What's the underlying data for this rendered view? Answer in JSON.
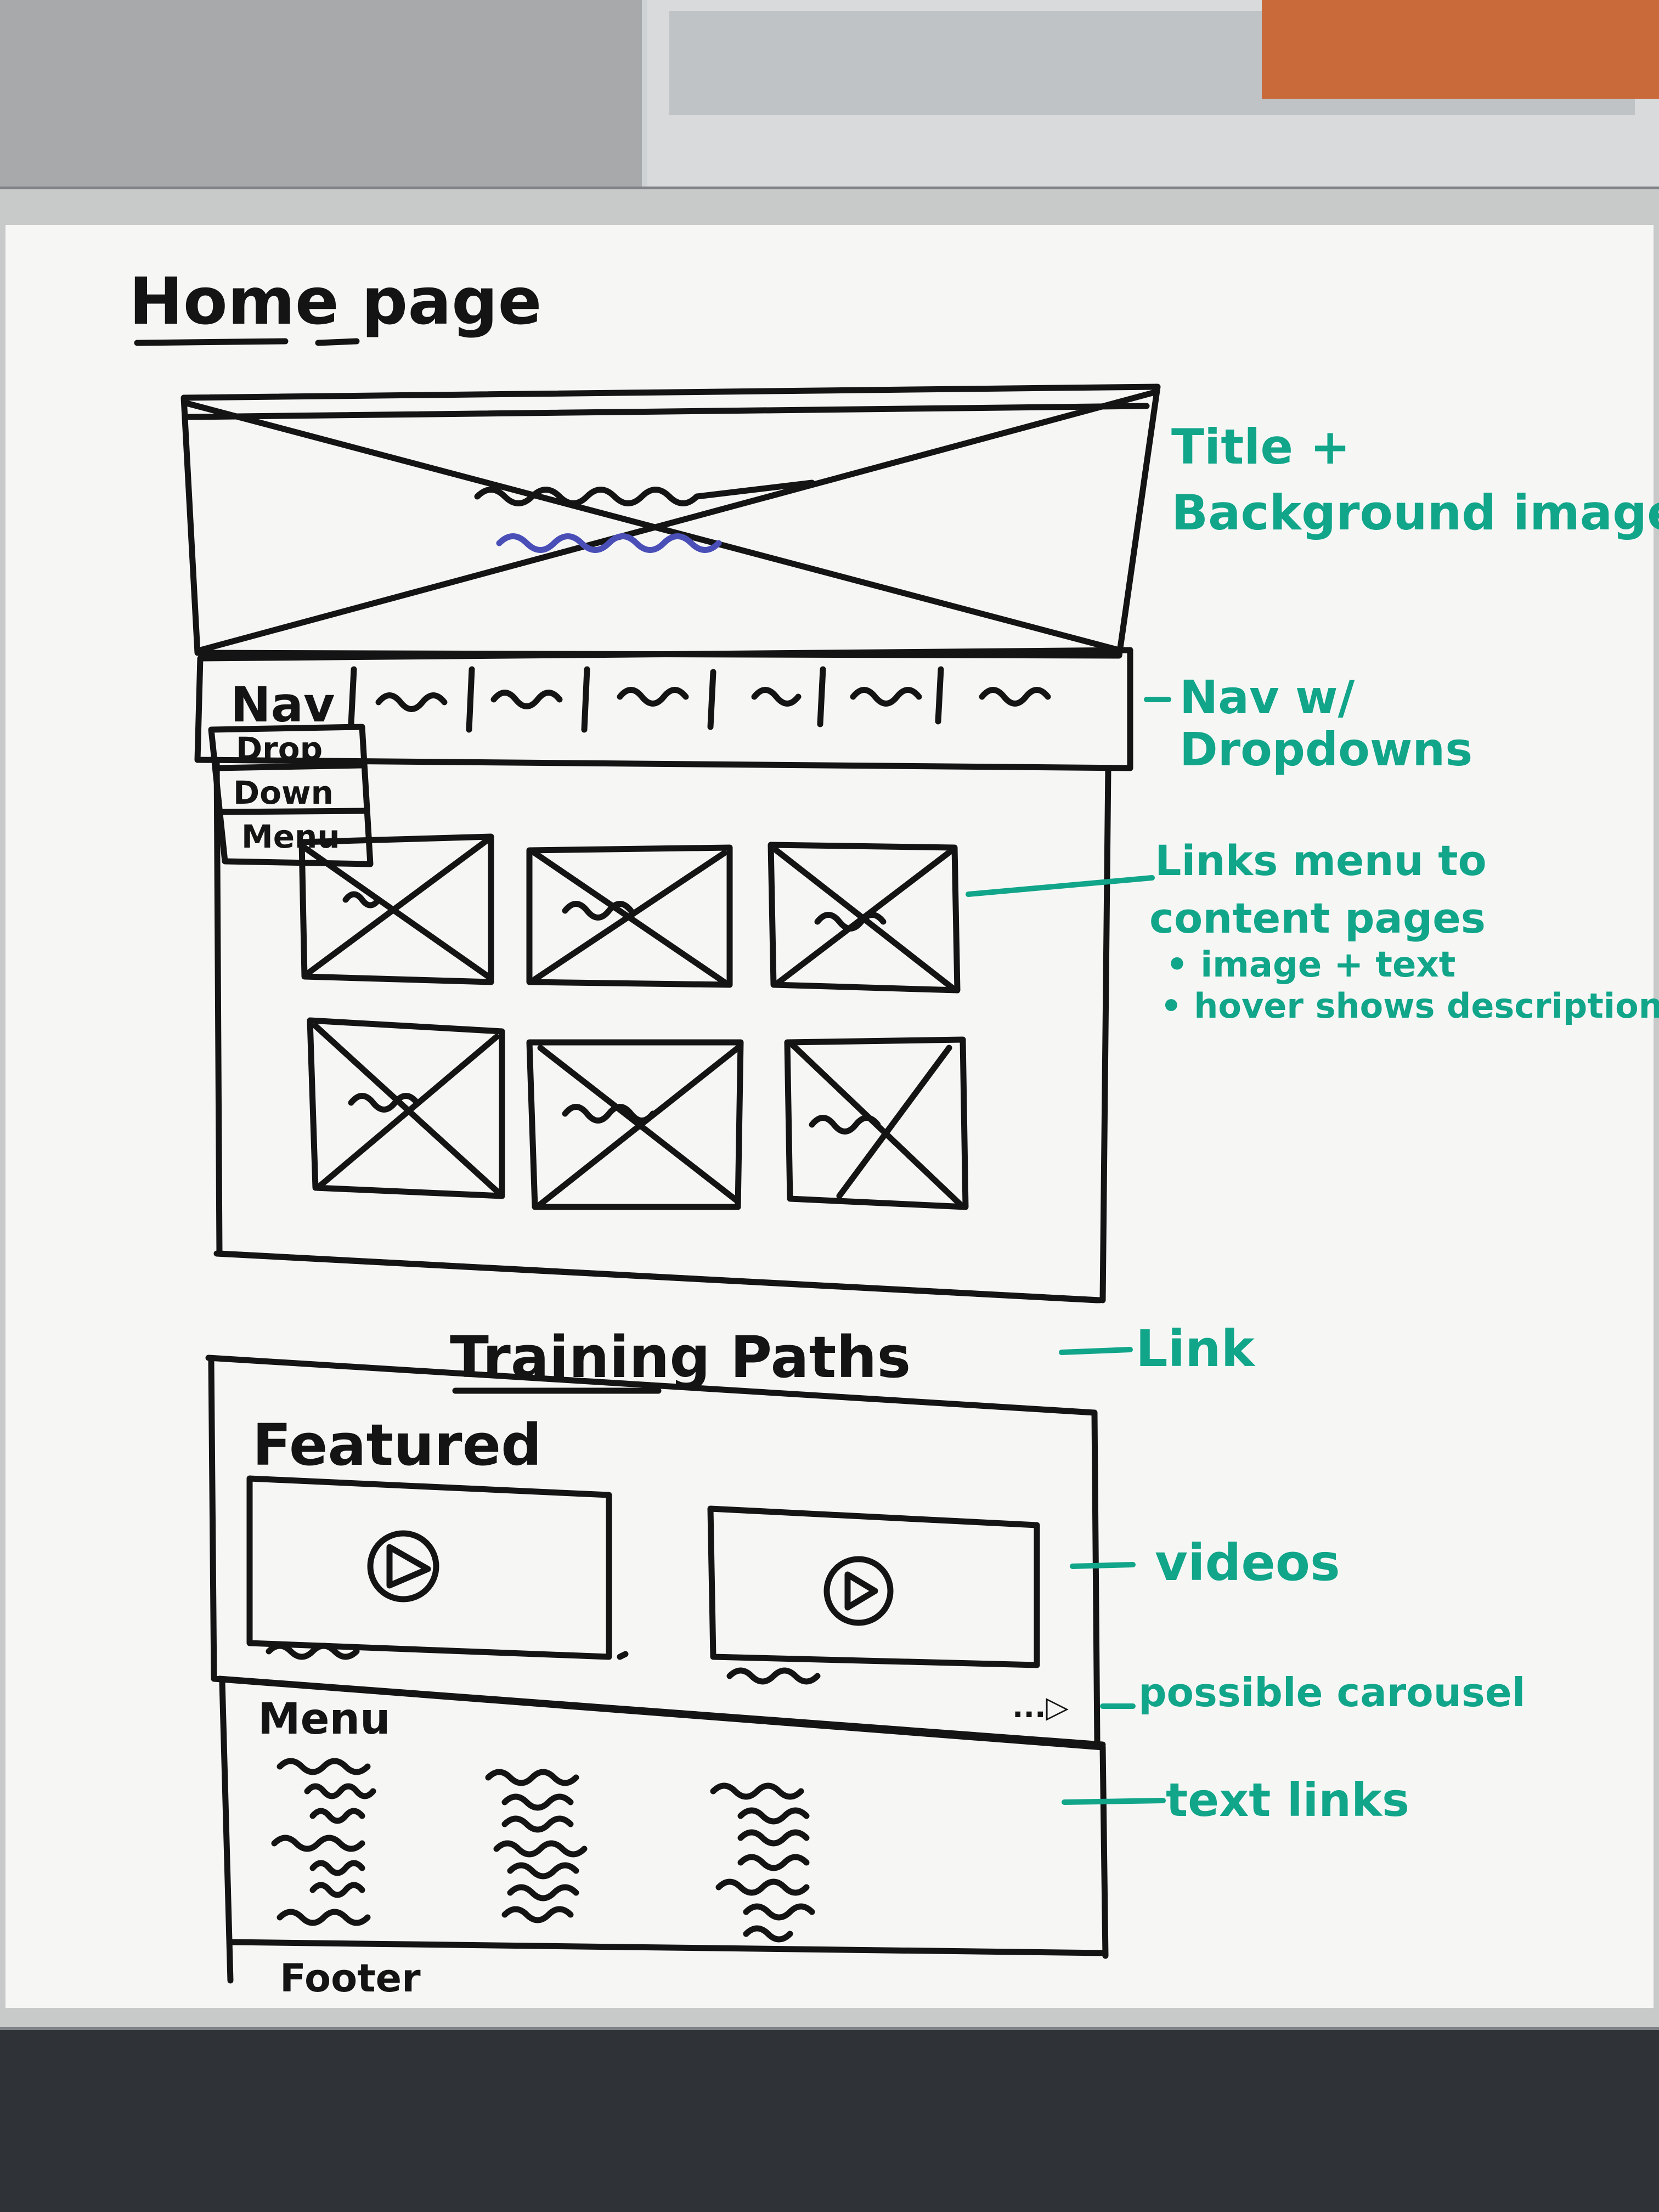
{
  "sketch": {
    "heading": "Home page",
    "nav_label": "Nav",
    "dropdown_lines": [
      "Drop",
      "Down",
      "Menu"
    ],
    "training_paths": "Training Paths",
    "featured": "Featured",
    "menu_label": "Menu",
    "footer": "Footer",
    "carousel_arrow": "...▷"
  },
  "annotations": {
    "title_bg": [
      "Title +",
      "Background image"
    ],
    "nav_dropdowns": [
      "Nav w/",
      "Dropdowns"
    ],
    "links_menu": [
      "Links menu to",
      "content pages",
      "• image + text",
      "• hover shows description"
    ],
    "link": "Link",
    "videos": "videos",
    "carousel": "possible carousel",
    "text_links": "text links"
  },
  "colors": {
    "marker_black": "#141414",
    "marker_green": "#11a58a",
    "whiteboard": "#f6f7f5"
  }
}
